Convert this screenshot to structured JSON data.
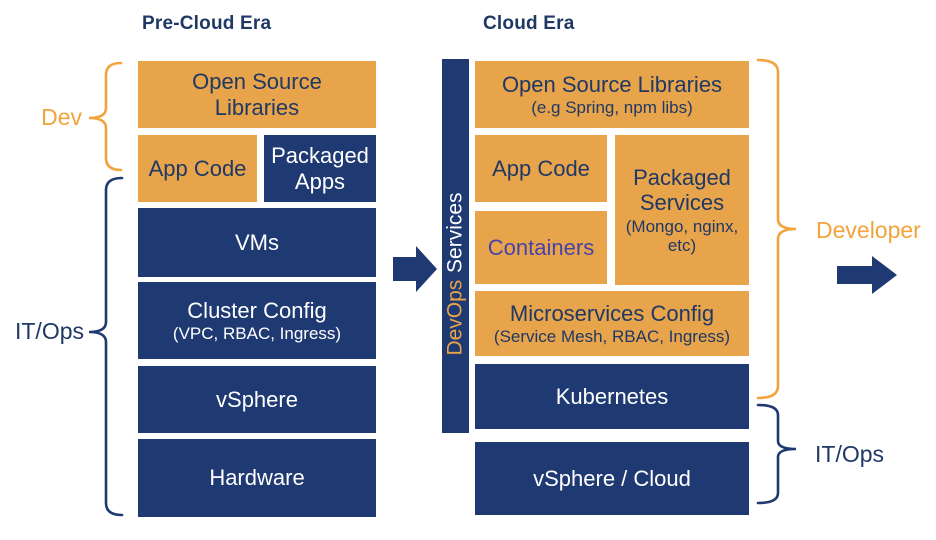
{
  "colors": {
    "box_orange": "#E8A44A",
    "accent_orange": "#F2A33C",
    "navy": "#1F3A72",
    "navy_text": "#1F3864",
    "containers_text": "#4643A7",
    "white": "#FFFFFF"
  },
  "pre_cloud": {
    "title": "Pre-Cloud Era",
    "open_source_libraries": "Open Source\nLibraries",
    "app_code": "App Code",
    "packaged_apps": "Packaged\nApps",
    "vms": "VMs",
    "cluster_config": {
      "main": "Cluster Config",
      "sub": "(VPC, RBAC, Ingress)"
    },
    "vsphere": "vSphere",
    "hardware": "Hardware"
  },
  "cloud": {
    "title": "Cloud Era",
    "open_source_libraries": {
      "main": "Open Source Libraries",
      "sub": "(e.g Spring, npm libs)"
    },
    "app_code": "App Code",
    "containers": "Containers",
    "packaged_services": {
      "main": "Packaged\nServices",
      "sub": "(Mongo, nginx,\netc)"
    },
    "microservices_config": {
      "main": "Microservices Config",
      "sub": "(Service Mesh, RBAC, Ingress)"
    },
    "kubernetes": "Kubernetes",
    "vsphere_cloud": "vSphere / Cloud"
  },
  "devops_bar": {
    "devops": "DevOps",
    "services": "Services"
  },
  "labels": {
    "dev": "Dev",
    "itops_left": "IT/Ops",
    "developer": "Developer",
    "itops_right": "IT/Ops"
  }
}
